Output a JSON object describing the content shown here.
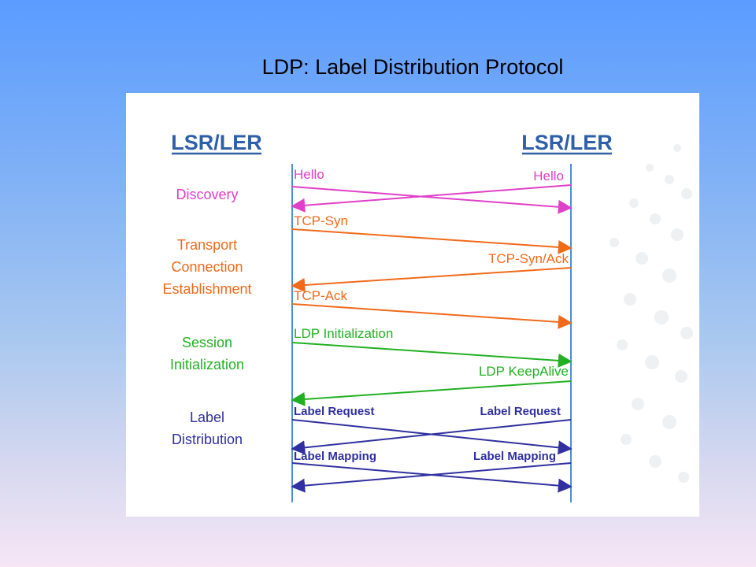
{
  "slide": {
    "title": "LDP: Label Distribution Protocol"
  },
  "endpoints": {
    "left": "LSR/LER",
    "right": "LSR/LER"
  },
  "phases": [
    {
      "lines": [
        "Discovery"
      ],
      "color": "#e040c8"
    },
    {
      "lines": [
        "Transport",
        "Connection",
        "Establishment"
      ],
      "color": "#f06a1a"
    },
    {
      "lines": [
        "Session",
        "Initialization"
      ],
      "color": "#22b022"
    },
    {
      "lines": [
        "Label",
        "Distribution"
      ],
      "color": "#3030a0"
    }
  ],
  "messages": {
    "hello_left": "Hello",
    "hello_right": "Hello",
    "tcp_syn": "TCP-Syn",
    "tcp_syn_ack": "TCP-Syn/Ack",
    "tcp_ack": "TCP-Ack",
    "ldp_init": "LDP Initialization",
    "ldp_keepalive": "LDP KeepAlive",
    "label_request_left": "Label Request",
    "label_request_right": "Label Request",
    "label_mapping_left": "Label Mapping",
    "label_mapping_right": "Label Mapping"
  },
  "colors": {
    "lifeline": "#4a8ed8",
    "header": "#2f5fa8",
    "discovery": "#e040c8",
    "transport": "#f06a1a",
    "session": "#22b022",
    "label": "#3030a0"
  }
}
